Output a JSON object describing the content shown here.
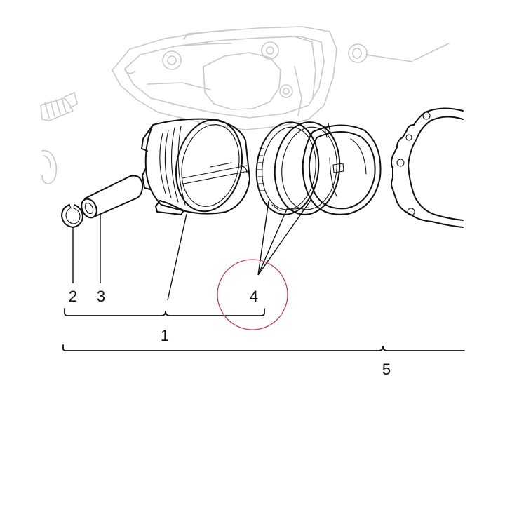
{
  "callouts": {
    "c1": "1",
    "c2": "2",
    "c3": "3",
    "c4": "4",
    "c5": "5"
  },
  "colors": {
    "line": "#111111",
    "background_parts": "#c9c9c9",
    "highlight_circle": "#c0485a"
  }
}
